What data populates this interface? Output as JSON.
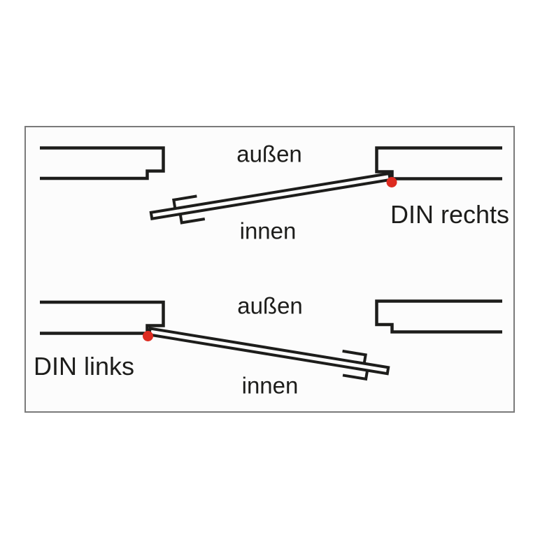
{
  "panels": {
    "din_rechts": {
      "outside_label": "außen",
      "inside_label": "innen",
      "type_label": "DIN rechts"
    },
    "din_links": {
      "outside_label": "außen",
      "inside_label": "innen",
      "type_label": "DIN links"
    }
  },
  "colors": {
    "line": "#1d1d1b",
    "door_fill": "#fcfcfc",
    "hinge_dot": "#dd2b20",
    "frame_border": "#7a7a7a",
    "canvas_background": "#ffffff",
    "panel_background": "#fcfcfc"
  }
}
